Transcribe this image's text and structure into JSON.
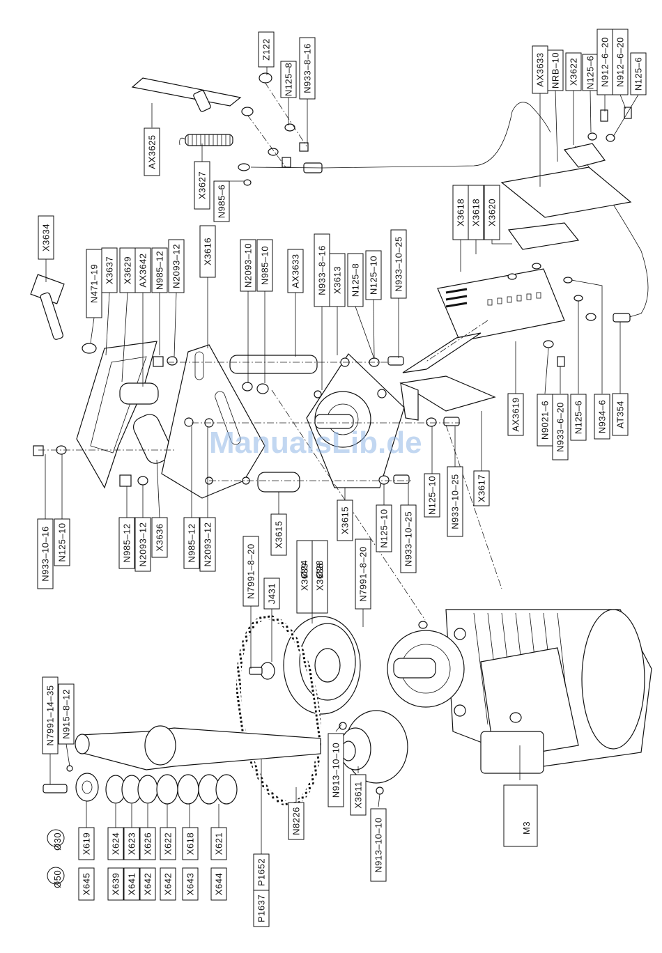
{
  "watermark": "ManualsLib.de",
  "diameter_labels": [
    "Ø50",
    "Ø30"
  ],
  "motor_label": "M3",
  "pulley_sizes": [
    "Ø24",
    "Ø28"
  ],
  "top_labels": {
    "z122": "Z122",
    "n125_8_a": "N125–8",
    "n933_8_16_a": "N933–8–16",
    "ax3625": "AX3625",
    "x3627": "X3627",
    "n985_6": "N985–6",
    "ax3633_a": "AX3633",
    "nrb_10": "NRB–10",
    "x3622": "X3622",
    "n125_6_a": "N125–6",
    "n912_6_20_a": "N912–6–20",
    "n912_6_20_b": "N912–6–20",
    "n125_6_b": "N125–6"
  },
  "upper_mid_labels": {
    "x3634": "X3634",
    "n471_19": "N471–19",
    "x3637": "X3637",
    "x3629": "X3629",
    "ax3642": "AX3642",
    "n985_12_a": "N985–12",
    "n2093_12_a": "N2093–12",
    "x3616": "X3616",
    "n2093_10": "N2093–10",
    "n985_10": "N985–10",
    "ax3633_b": "AX3633",
    "n933_8_16_b": "N933–8–16",
    "x3613": "X3613",
    "n125_8_b": "N125–8",
    "n125_10_a": "N125–10",
    "n933_10_25_a": "N933–10–25",
    "x3618_a": "X3618",
    "x3618_b": "X3618",
    "x3620": "X3620"
  },
  "right_labels": {
    "ax3619": "AX3619",
    "n9021_6": "N9021–6",
    "n933_6_20": "N933–6–20",
    "n125_6_c": "N125–6",
    "n934_6": "N934–6",
    "at354": "AT354",
    "x3617": "X3617",
    "n933_10_25_b": "N933–10–25",
    "n125_10_b": "N125–10"
  },
  "lower_mid_labels": {
    "n933_10_16": "N933–10–16",
    "n125_10_c": "N125–10",
    "n985_12_b": "N985–12",
    "n2093_12_b": "N2093–12",
    "x3636": "X3636",
    "n985_12_c": "N985–12",
    "n2093_12_c": "N2093–12",
    "x3615": "X3615",
    "x3615_b": "X3615",
    "n125_10_d": "N125–10",
    "n933_10_25_c": "N933–10–25",
    "n7991_8_20_a": "N7991–8–20",
    "j431": "J431",
    "x3639": "X3639",
    "x3638": "X3638",
    "n7991_8_20_b": "N7991–8–20"
  },
  "bottom_labels": {
    "n7991_14_35": "N7991–14–35",
    "n915_8_12": "N915–8–12",
    "x619": "X619",
    "x624": "X624",
    "x623": "X623",
    "x626": "X626",
    "x622_a": "X622",
    "x618": "X618",
    "x621": "X621",
    "x645": "X645",
    "x639": "X639",
    "x641": "X641",
    "x642_a": "X642",
    "x642_b": "X642",
    "x643": "X643",
    "x644": "X644",
    "p1652": "P1652",
    "p1637": "P1637",
    "n8226": "N8226",
    "n913_10_10_a": "N913–10–10",
    "x3611": "X3611",
    "n913_10_10_b": "N913–10–10"
  }
}
